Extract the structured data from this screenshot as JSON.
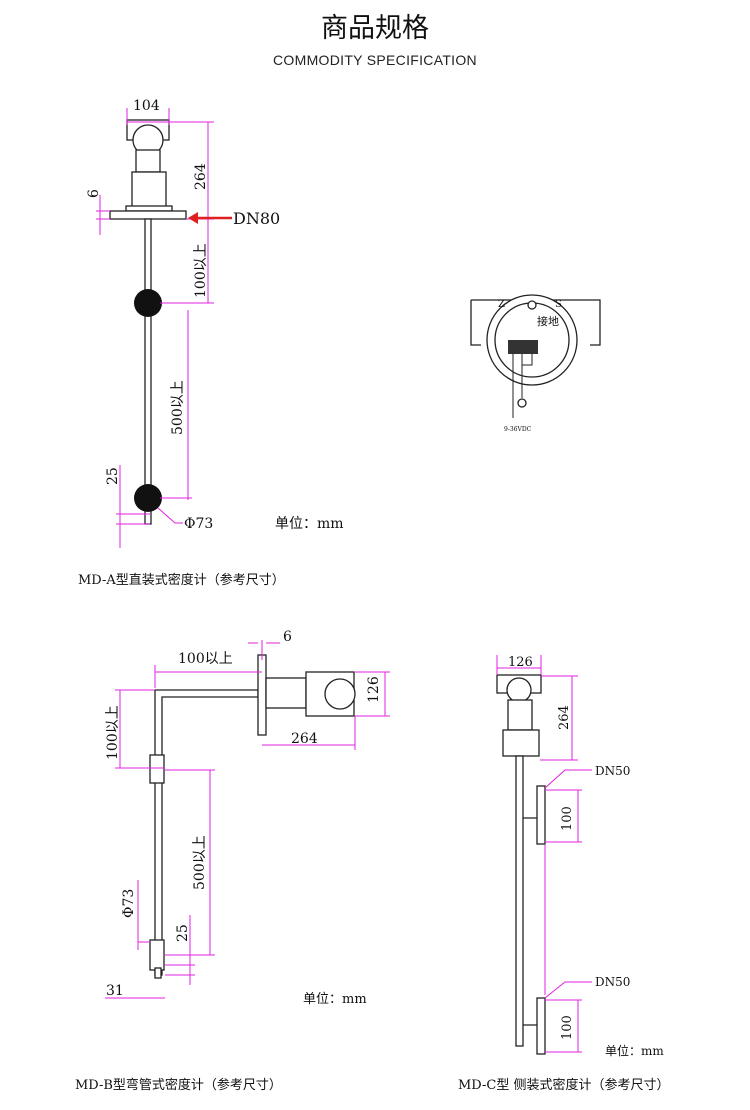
{
  "header": {
    "title": "商品规格",
    "subtitle": "COMMODITY SPECIFICATION"
  },
  "colors": {
    "dimension": "#e020e0",
    "arrow": "#e02020"
  },
  "model_a": {
    "caption": "MD-A型直装式密度计（参考尺寸）",
    "width": "104",
    "height": "264",
    "flange_thk": "6",
    "flange": "DN80",
    "gap1": "100以上",
    "gap2": "500以上",
    "bottom": "25",
    "diameter": "Φ73",
    "unit": "单位：mm"
  },
  "wiring": {
    "left": "Z",
    "right": "S",
    "ground": "接地",
    "supply": "9-36VDC"
  },
  "model_b": {
    "caption": "MD-B型弯管式密度计（参考尺寸）",
    "flange_thk": "6",
    "horizontal": "100以上",
    "height": "126",
    "length": "264",
    "gap1": "100以上",
    "gap2": "500以上",
    "diameter": "Φ73",
    "bottom": "25",
    "tip": "31",
    "unit": "单位：mm"
  },
  "model_c": {
    "caption": "MD-C型 侧装式密度计（参考尺寸）",
    "width": "126",
    "height": "264",
    "flange_top": "DN50",
    "flange_bottom": "DN50",
    "flange_top_size": "100",
    "flange_bottom_size": "100",
    "unit": "单位：mm"
  }
}
